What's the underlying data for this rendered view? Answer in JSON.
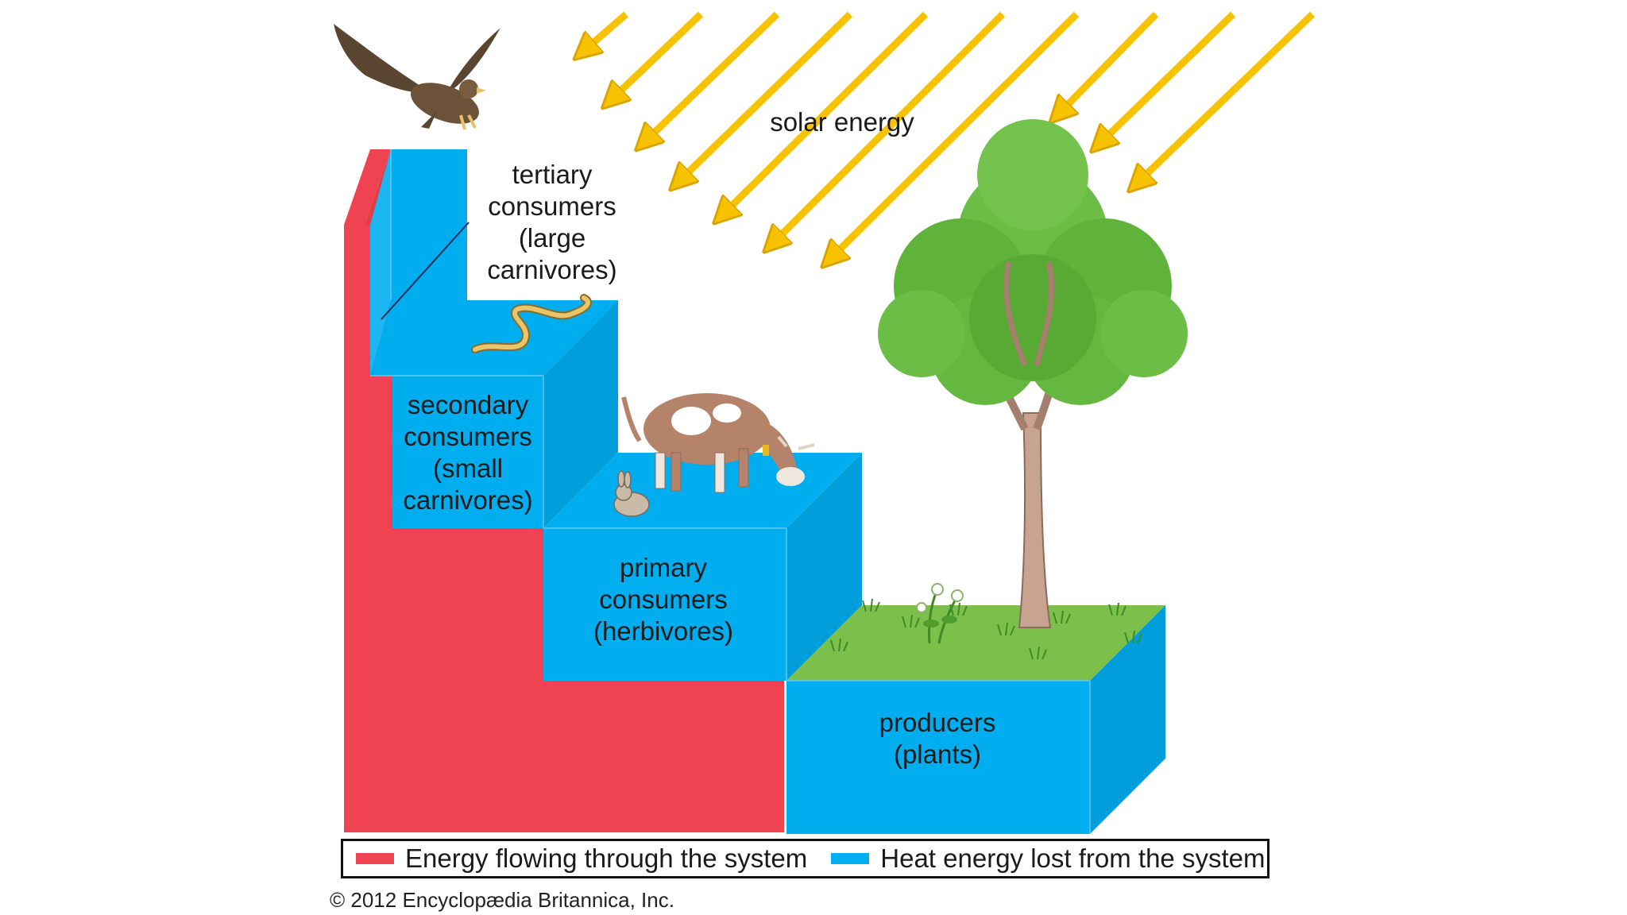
{
  "labels": {
    "solar": "solar energy",
    "tertiary": [
      "tertiary",
      "consumers",
      "(large",
      "carnivores)"
    ],
    "secondary": [
      "secondary",
      "consumers",
      "(small",
      "carnivores)"
    ],
    "primary": [
      "primary",
      "consumers",
      "(herbivores)"
    ],
    "producers": [
      "producers",
      "(plants)"
    ]
  },
  "legend": {
    "energy_flow": "Energy flowing through the system",
    "heat_lost": "Heat energy lost from the system"
  },
  "copyright": "© 2012 Encyclopædia Britannica, Inc.",
  "colors": {
    "energy_flow": "#ef4351",
    "heat_lost": "#00aeef",
    "solar_arrow": "#f7c300",
    "grass": "#7cc04b",
    "tree_leaves": "#5fb33a"
  },
  "icons": [
    "eagle",
    "snake",
    "cow",
    "rabbit",
    "tree",
    "solar-arrow"
  ]
}
